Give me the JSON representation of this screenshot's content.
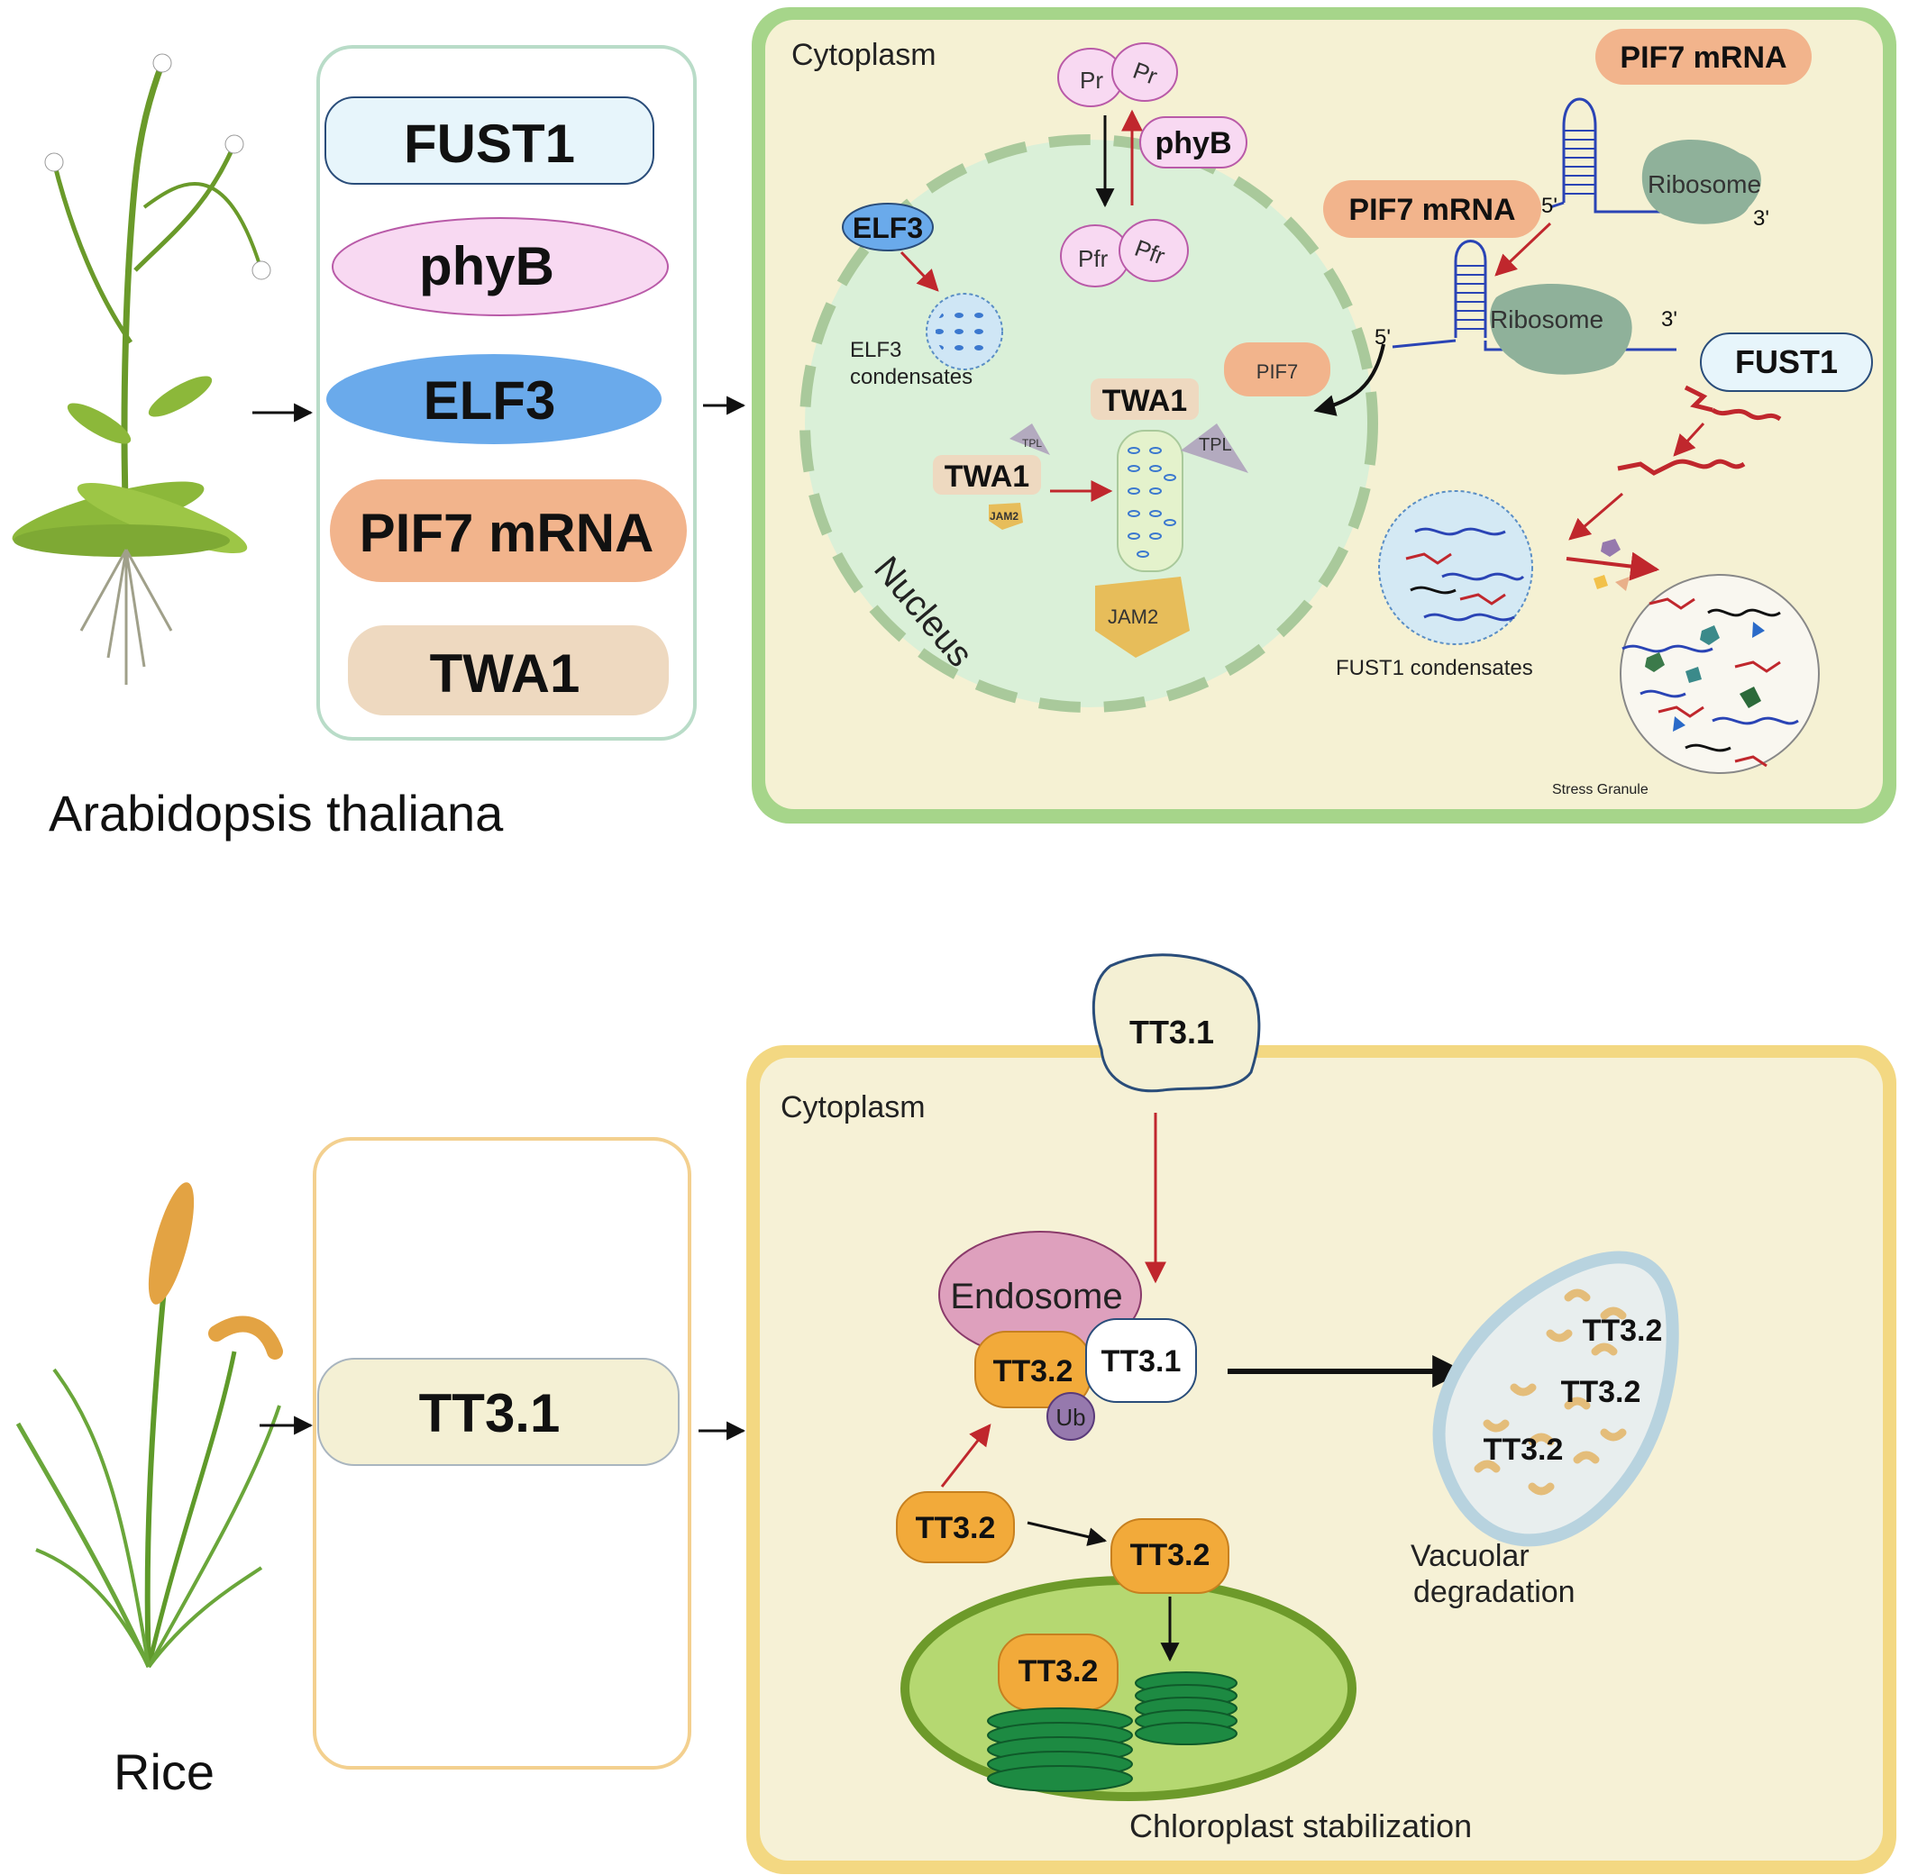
{
  "colors": {
    "top_frame": "#a6d58a",
    "top_fill": "#f5f1d3",
    "nucleus_fill": "#daf0d8",
    "nucleus_border": "#a9c99b",
    "bottom_frame": "#f3d882",
    "bottom_fill": "#f6f1d6",
    "fust1": "#e7f5fb",
    "phyb": "#f8d9f2",
    "elf3": "#6aaaeb",
    "pif7": "#f2b48c",
    "twa1": "#eed9c0",
    "tt31": "#f4f0d4",
    "tt32": "#f2aa3a",
    "endosome": "#dea0bd",
    "ub": "#9679ad",
    "chloroplast": "#b5d871",
    "thylakoid": "#1d8a42",
    "red_arrow": "#c0272d",
    "rna_blue": "#2a44b5",
    "vacuole": "#e8eeee"
  },
  "top": {
    "species": "Arabidopsis thaliana",
    "list": [
      "FUST1",
      "phyB",
      "ELF3",
      "PIF7 mRNA",
      "TWA1"
    ],
    "cytoplasm": "Cytoplasm",
    "nucleus": "Nucleus",
    "pr": "Pr",
    "pfr": "Pfr",
    "phyb": "phyB",
    "elf3": "ELF3",
    "elf3_cond_1": "ELF3",
    "elf3_cond_2": "condensates",
    "twa1": "TWA1",
    "tpl": "TPL",
    "jam2": "JAM2",
    "pif7": "PIF7",
    "pif7_mrna": "PIF7 mRNA",
    "ribosome": "Ribosome",
    "five_prime": "5'",
    "three_prime": "3'",
    "fust1": "FUST1",
    "fust1_cond": "FUST1 condensates",
    "stress_granule": "Stress Granule"
  },
  "bottom": {
    "species": "Rice",
    "list": [
      "TT3.1"
    ],
    "cytoplasm": "Cytoplasm",
    "tt31": "TT3.1",
    "tt32": "TT3.2",
    "endosome": "Endosome",
    "ub": "Ub",
    "vacuolar_1": "Vacuolar",
    "vacuolar_2": "degradation",
    "chloroplast": "Chloroplast stabilization"
  }
}
